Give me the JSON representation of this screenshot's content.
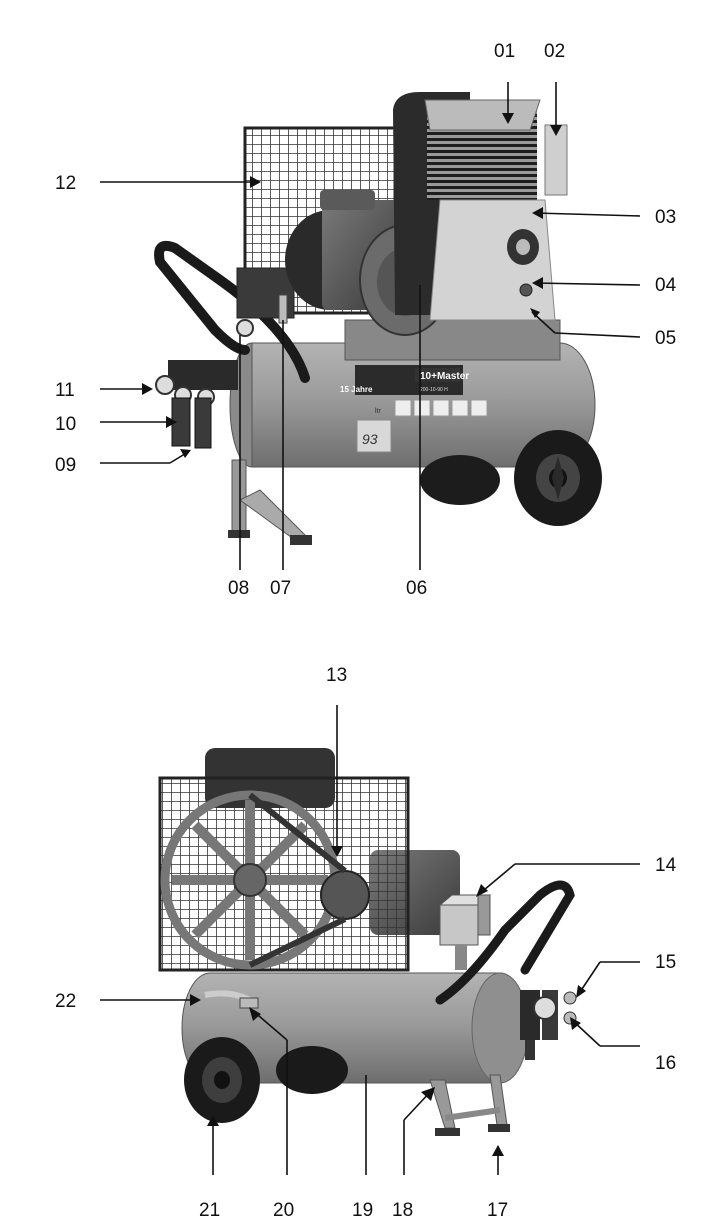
{
  "figure_top": {
    "labels": {
      "p01": "01",
      "p02": "02",
      "p03": "03",
      "p04": "04",
      "p05": "05",
      "p06": "06",
      "p07": "07",
      "p08": "08",
      "p09": "09",
      "p10": "10",
      "p11": "11",
      "p12": "12"
    },
    "tank_decal": {
      "brand": "10+Master",
      "model": "200-10-90 H",
      "anniversary": "15 Jahre",
      "volume": "93",
      "volume_unit": "ltr"
    }
  },
  "figure_bottom": {
    "labels": {
      "p13": "13",
      "p14": "14",
      "p15": "15",
      "p16": "16",
      "p17": "17",
      "p18": "18",
      "p19": "19",
      "p20": "20",
      "p21": "21",
      "p22": "22"
    }
  },
  "colors": {
    "tank": "#9a9a9a",
    "tank_shade": "#777777",
    "dark": "#2a2a2a",
    "grid": "#3a3a3a",
    "motor": "#5a5a5a",
    "light_metal": "#cfcfcf"
  }
}
